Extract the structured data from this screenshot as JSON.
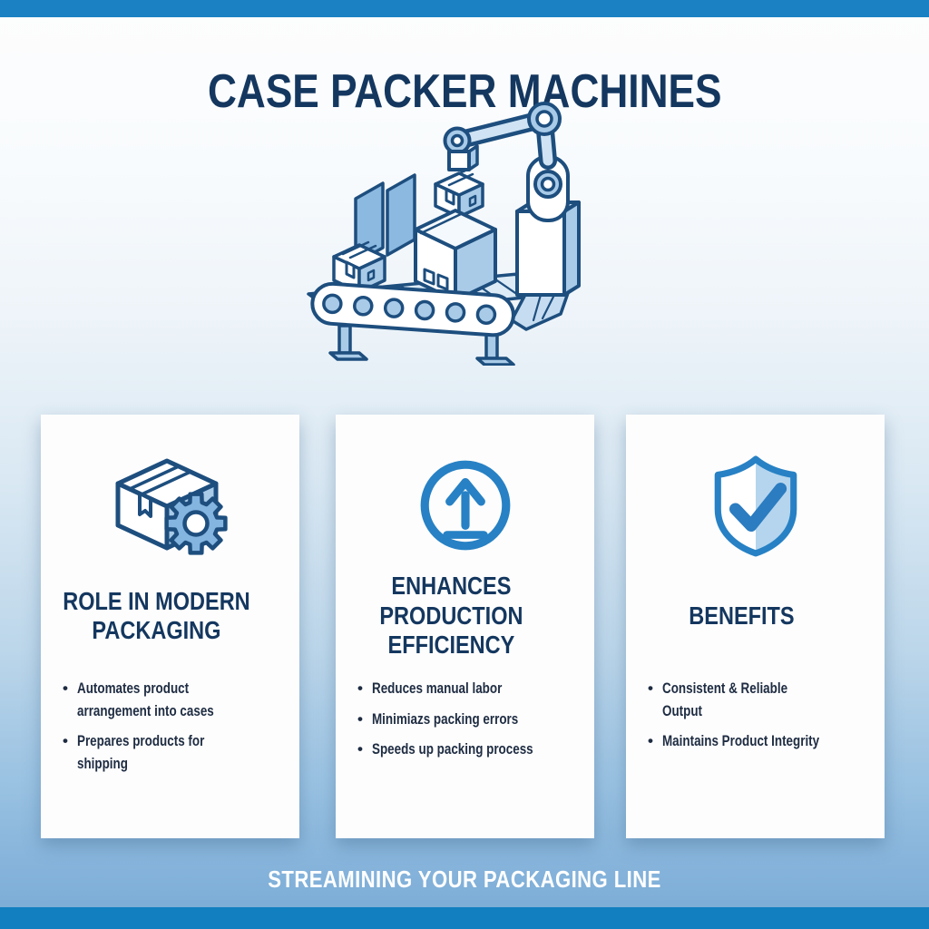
{
  "infographic": {
    "title": "CASE PACKER MACHINES",
    "footer": "STREAMINING YOUR PACKAGING LINE",
    "illustration": "robotic-arm-case-packer-conveyor-line-art",
    "cards": [
      {
        "icon": "box-gear-icon",
        "title": "ROLE IN MODERN PACKAGING",
        "bullets": [
          "Automates product arrangement into cases",
          "Prepares products for shipping"
        ]
      },
      {
        "icon": "upload-arrow-icon",
        "title": "ENHANCES PRODUCTION EFFICIENCY",
        "bullets": [
          "Reduces manual labor",
          "Minimiazs packing errors",
          "Speeds up packing process"
        ]
      },
      {
        "icon": "shield-check-icon",
        "title": "BENEFITS",
        "bullets": [
          "Consistent & Reliable Output",
          "Maintains Product Integrity"
        ]
      }
    ],
    "colors": {
      "top_bar": "#1b81c3",
      "bottom_bar": "#117fc0",
      "navy_text": "#14375f",
      "bullet_text": "#1e2c42",
      "accent_blue": "#2781c4",
      "light_blue_fill": "#a9cbe8",
      "outline_navy": "#1d4e7e"
    }
  }
}
